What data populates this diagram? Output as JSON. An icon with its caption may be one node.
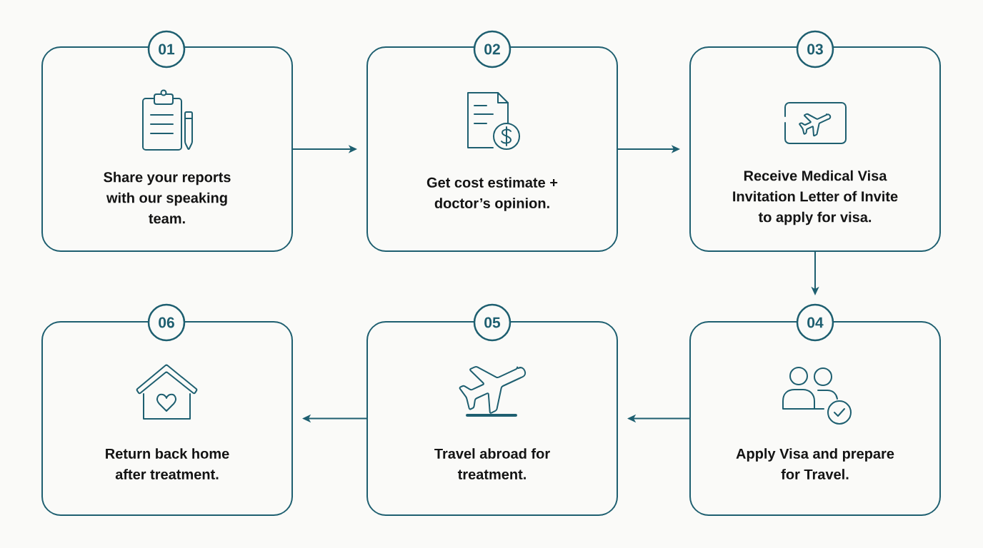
{
  "diagram": {
    "nodes": [
      {
        "text": [
          "01",
          "Share your reports with our speaking team."
        ]
      },
      {
        "text": [
          "02",
          "Get cost estimate + doctor’s opinion."
        ]
      },
      {
        "text": [
          "03",
          "Receive Medical Visa Invitation Letter of Invite to apply for visa."
        ]
      },
      {
        "text": [
          "04",
          "Apply Visa and prepare for Travel."
        ]
      },
      {
        "text": [
          "05",
          "Travel abroad for treatment."
        ]
      },
      {
        "text": [
          "06",
          "Return back home after treatment."
        ]
      }
    ],
    "edges": [
      {
        "from": 0,
        "to": 1,
        "arrow": "to"
      },
      {
        "from": 1,
        "to": 2,
        "arrow": "to"
      },
      {
        "from": 2,
        "to": 3,
        "arrow": "to"
      },
      {
        "from": 3,
        "to": 4,
        "arrow": "to"
      },
      {
        "from": 4,
        "to": 5,
        "arrow": "to"
      }
    ]
  }
}
